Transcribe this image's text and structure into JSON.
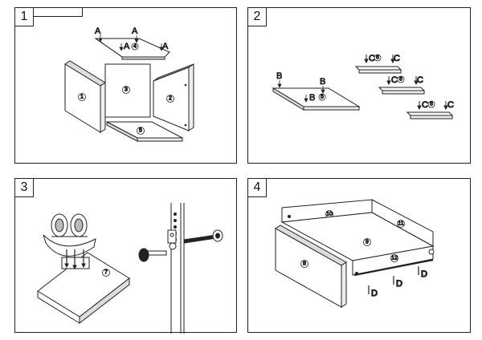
{
  "panels": [
    {
      "number": "1",
      "letter": "A",
      "parts": {
        "left": "1",
        "back": "3",
        "right": "2",
        "top": "4",
        "bottom": "5"
      }
    },
    {
      "number": "2",
      "letter_b": "B",
      "letter_c": "C",
      "parts": {
        "base": "5",
        "shelf": "6"
      }
    },
    {
      "number": "3",
      "parts": {
        "panel": "7"
      }
    },
    {
      "number": "4",
      "letter": "D",
      "parts": {
        "front": "8",
        "bottom": "9",
        "back": "10",
        "side_right": "11",
        "side_left": "12"
      }
    }
  ]
}
